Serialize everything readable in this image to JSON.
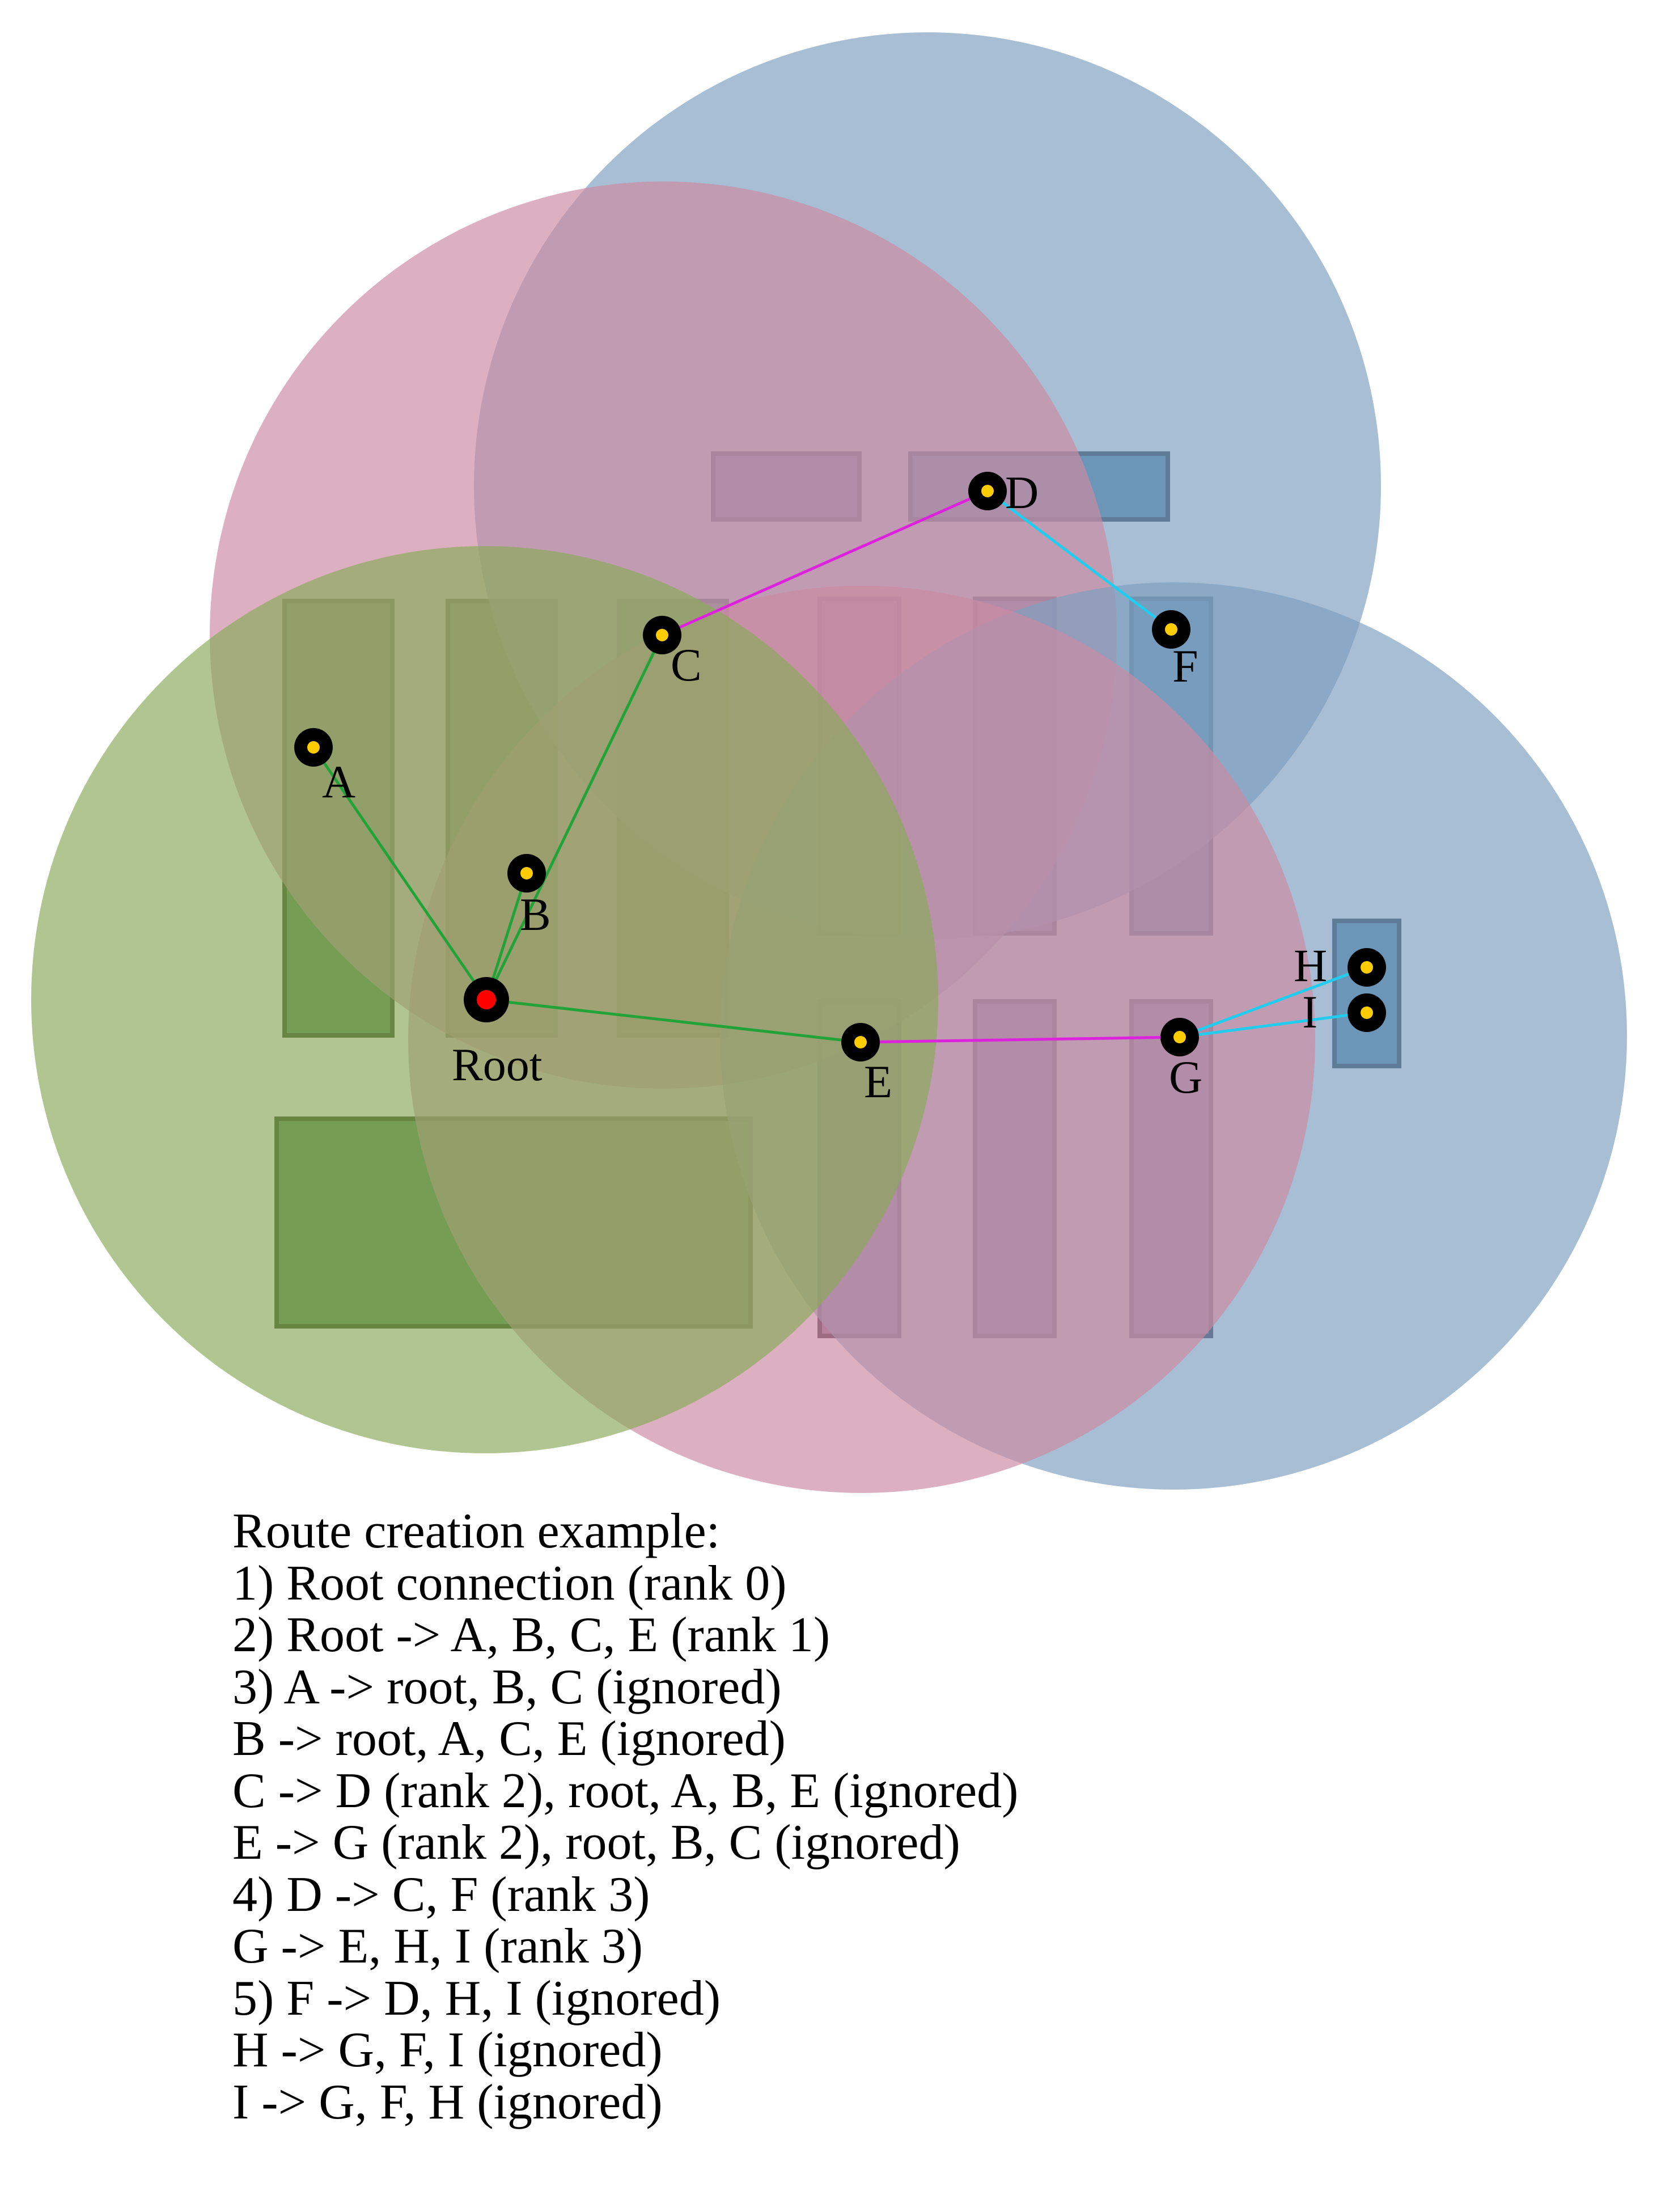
{
  "colors": {
    "green_range": "#8aaa5a",
    "pink_range": "#cc8aa2",
    "blue_range": "#7d9fc0",
    "green_block": "#4d8248",
    "blue_block": "#4a82a4",
    "purple_block": "#8a7090",
    "node_ring": "#000000",
    "node_center": "#ffcc00",
    "root_center": "#ff0000",
    "link_rank1": "#22a33a",
    "link_rank2": "#dd22dd",
    "link_rank3": "#22ccee"
  },
  "diagram": {
    "nodes": [
      {
        "id": "root",
        "label": "Root",
        "is_root": true
      },
      {
        "id": "a",
        "label": "A"
      },
      {
        "id": "b",
        "label": "B"
      },
      {
        "id": "c",
        "label": "C"
      },
      {
        "id": "d",
        "label": "D"
      },
      {
        "id": "e",
        "label": "E"
      },
      {
        "id": "f",
        "label": "F"
      },
      {
        "id": "g",
        "label": "G"
      },
      {
        "id": "h",
        "label": "H"
      },
      {
        "id": "i",
        "label": "I"
      }
    ],
    "links": [
      {
        "from": "root",
        "to": "a",
        "rank": 1
      },
      {
        "from": "root",
        "to": "b",
        "rank": 1
      },
      {
        "from": "root",
        "to": "c",
        "rank": 1
      },
      {
        "from": "root",
        "to": "e",
        "rank": 1
      },
      {
        "from": "c",
        "to": "d",
        "rank": 2
      },
      {
        "from": "e",
        "to": "g",
        "rank": 2
      },
      {
        "from": "d",
        "to": "f",
        "rank": 3
      },
      {
        "from": "g",
        "to": "h",
        "rank": 3
      },
      {
        "from": "g",
        "to": "i",
        "rank": 3
      }
    ]
  },
  "caption": {
    "lines": [
      "Route creation example:",
      "1) Root connection (rank 0)",
      "2) Root -> A, B, C, E (rank 1)",
      "3) A -> root, B, C (ignored)",
      "B -> root, A, C, E (ignored)",
      "C -> D (rank 2), root, A, B, E (ignored)",
      "E -> G (rank 2), root, B, C (ignored)",
      "4) D -> C, F (rank 3)",
      "G -> E, H, I (rank 3)",
      "5) F -> D, H, I (ignored)",
      "H -> G, F, I (ignored)",
      "I -> G, F, H (ignored)"
    ]
  }
}
